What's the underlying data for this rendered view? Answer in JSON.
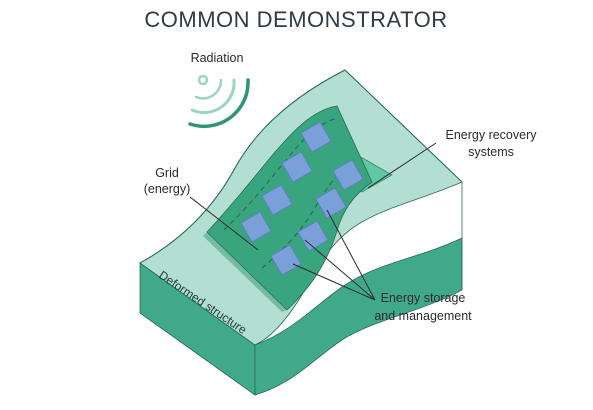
{
  "title": "COMMON DEMONSTRATOR",
  "labels": {
    "radiation": "Radiation",
    "grid_line1": "Grid",
    "grid_line2": "(energy)",
    "energy_recovery_line1": "Energy recovery",
    "energy_recovery_line2": "systems",
    "energy_storage_line1": "Energy storage",
    "energy_storage_line2": "and management",
    "deformed_structure": "Deformed structure"
  },
  "colors": {
    "slab_top": "#b3dfd2",
    "slab_side": "#3fa98a",
    "slab_edge": "#2b6b5a",
    "sheet": "#38a57f",
    "recovery_tab": "#5fc9a3",
    "cell": "#7b9fd8",
    "cell_edge": "#5a7fbf",
    "wave_dark": "#2e9476",
    "wave_light": "#9bd4c0",
    "grid_line": "#c26a4a"
  }
}
